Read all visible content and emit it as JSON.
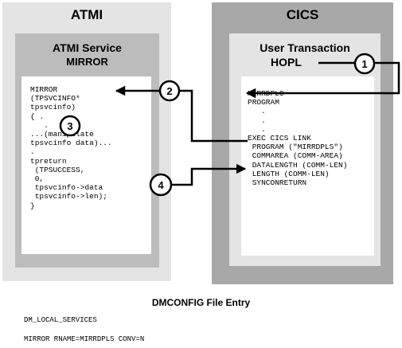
{
  "atmi": {
    "title": "ATMI",
    "service_title_line1": "ATMI Service",
    "service_title_line2": "MIRROR",
    "code": "MIRROR\n(TPSVCINFO*\ntpsvcinfo)\n{ .\n   .\n...(manipulate\ntpsvcinfo data)...\n.\ntpreturn\n (TPSUCCESS,\n 0,\n tpsvcinfo->data\n tpsvcinfo->len);\n}"
  },
  "cics": {
    "title": "CICS",
    "transaction_title_line1": "User Transaction",
    "transaction_title_line2": "HOPL",
    "code": "MIRRDPLC\nPROGRAM\n   .\n   .\n   .\nEXEC CICS LINK\n PROGRAM (\"MIRRDPLS\")\n COMMAREA (COMM-AREA)\n DATALENGTH (COMM-LEN)\n LENGTH (COMM-LEN)\n SYNCONRETURN"
  },
  "steps": [
    "1",
    "2",
    "3",
    "4"
  ],
  "dmconfig": {
    "title": "DMCONFIG File Entry",
    "line1": "DM_LOCAL_SERVICES",
    "line2": "MIRROR RNAME=MIRRDPLS CONV=N"
  }
}
